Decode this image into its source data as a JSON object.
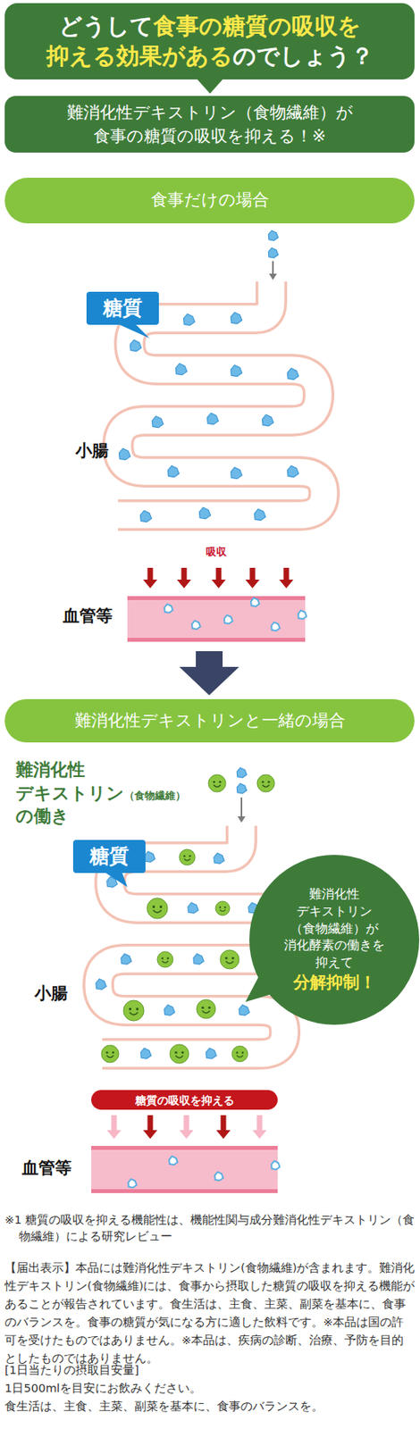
{
  "diagram": {
    "title": "どうして食事の糖質の吸収を抑える効果があるのでしょう？",
    "nodes": [
      {
        "text": [
          "難消化性デキストリン（食物繊維）が 食事の糖質の吸収を抑える！※"
        ]
      },
      {
        "text": [
          "食事だけの場合"
        ]
      },
      {
        "text": [
          "糖質"
        ]
      },
      {
        "text": [
          "難消化性デキストリンと一緒の場合"
        ]
      },
      {
        "text": [
          "糖質"
        ]
      },
      {
        "text": [
          "難消化性 デキストリン （食物繊維）が 消化酵素の働きを 抑えて",
          "分解抑制！"
        ]
      },
      {
        "text": [
          "糖質の吸収を抑える"
        ]
      }
    ],
    "labels": [
      "小腸",
      "吸収",
      "血管等",
      "難消化性 デキストリン（食物繊維） の働き",
      "小腸",
      "血管等",
      "※1 糖質の吸収を抑える機能性は、機能性関与成分難消化性デキストリン（食物繊維）による研究レビュー",
      "【届出表示】本品には難消化性デキストリン(食物繊維)が含まれます。難消化性デキストリン(食物繊維)には、食事から摂取した糖質の吸収を抑える機能があることが報告されています。食生活は、主食、主菜、副菜を基本に、食事のバランスを。食事の糖質が気になる方に適した飲料です。※本品は国の許可を受けたものではありません。※本品は、疾病の診断、治療、予防を目的としたものではありません。",
      "[1日当たりの摂取目安量]",
      "1日500mlを目安にお飲みください。",
      "食生活は、主食、主菜、副菜を基本に、食事のバランスを。"
    ]
  }
}
